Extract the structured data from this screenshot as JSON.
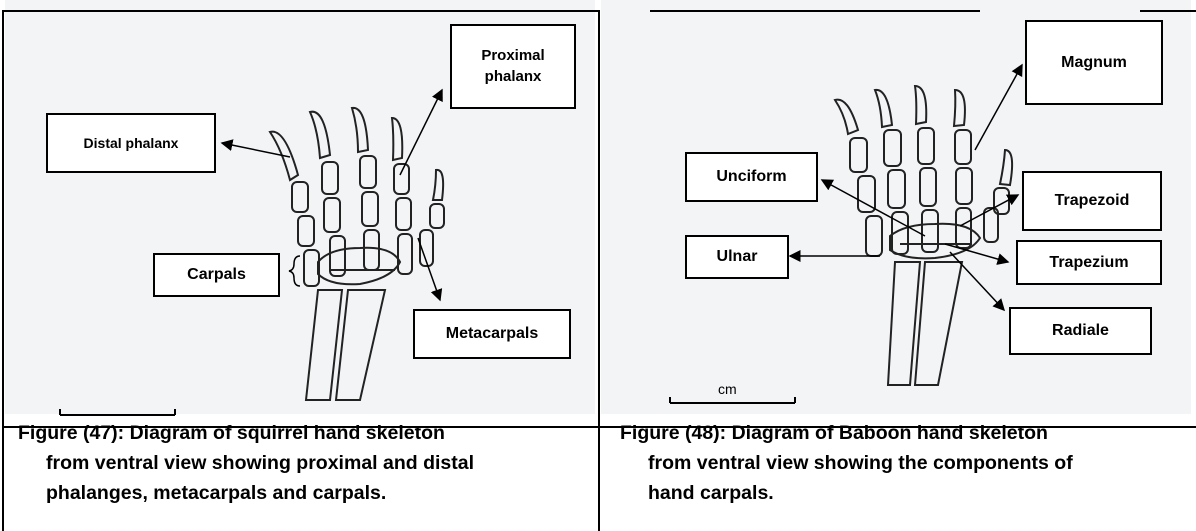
{
  "figure_left": {
    "labels": {
      "proximal": "Proximal phalanx",
      "distal": "Distal phalanx",
      "carpals": "Carpals",
      "metacarpals": "Metacarpals"
    },
    "caption_line1": "Figure (47): Diagram of squirrel hand skeleton",
    "caption_line2": "from ventral view showing proximal and distal",
    "caption_line3": "phalanges, metacarpals and carpals."
  },
  "figure_right": {
    "labels": {
      "magnum": "Magnum",
      "unciform": "Unciform",
      "trapezoid": "Trapezoid",
      "ulnar": "Ulnar",
      "trapezium": "Trapezium",
      "radiale": "Radiale"
    },
    "scale_label": "cm",
    "caption_line1": "Figure (48): Diagram of Baboon hand skeleton",
    "caption_line2": "from ventral view showing the components of",
    "caption_line3": "hand carpals."
  }
}
